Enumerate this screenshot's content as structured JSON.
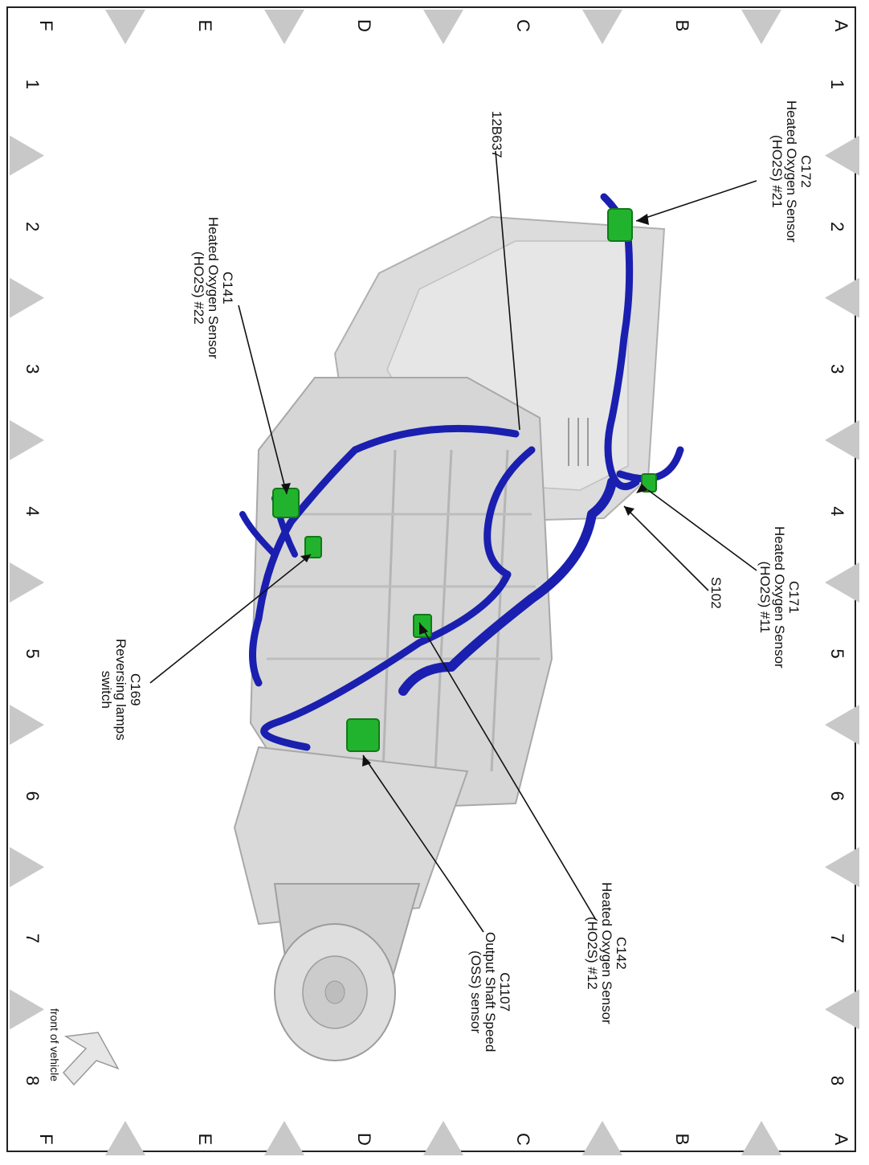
{
  "grid": {
    "columns": [
      "1",
      "2",
      "3",
      "4",
      "5",
      "6",
      "7",
      "8"
    ],
    "rows": [
      "A",
      "B",
      "C",
      "D",
      "E",
      "F"
    ]
  },
  "labels": {
    "c172": [
      "C172",
      "Heated Oxygen Sensor",
      "(HO2S) #21"
    ],
    "c171": [
      "C171",
      "Heated Oxygen Sensor",
      "(HO2S) #11"
    ],
    "s102": [
      "S102"
    ],
    "c142": [
      "C142",
      "Heated Oxygen Sensor",
      "(HO2S) #12"
    ],
    "c1107": [
      "C1107",
      "Output Shaft Speed",
      "(OSS) sensor"
    ],
    "c169": [
      "C169",
      "Reversing lamps",
      "switch"
    ],
    "c141": [
      "C141",
      "Heated Oxygen Sensor",
      "(HO2S) #22"
    ],
    "harness": [
      "12B637"
    ]
  },
  "front_note": "front of vehicle",
  "colors": {
    "harness": "#1a1fb0",
    "connector": "#22b32e",
    "housing": "#d9d9d9",
    "marker": "#c8c8c8"
  }
}
